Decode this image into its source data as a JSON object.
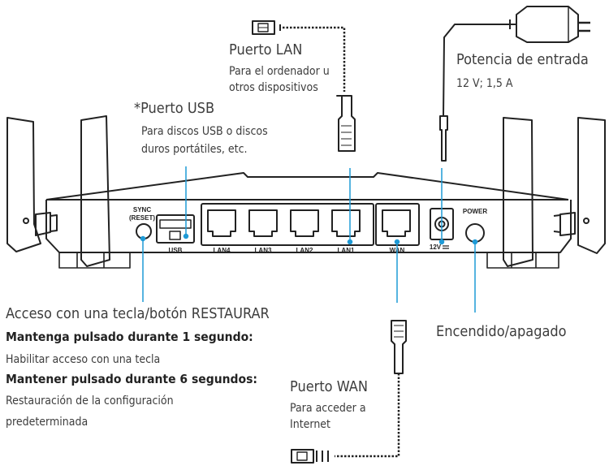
{
  "callouts": {
    "lan": {
      "title": "Puerto LAN",
      "desc_1": "Para el ordenador u",
      "desc_2": "otros dispositivos"
    },
    "usb": {
      "title": "*Puerto USB",
      "desc_1": "Para discos USB o discos",
      "desc_2": "duros portátiles, etc."
    },
    "power_input": {
      "title": "Potencia de entrada",
      "desc": "12 V; 1,5 A"
    },
    "reset": {
      "title": "Acceso con una tecla/botón RESTAURAR",
      "hold_1s_label": "Mantenga pulsado durante 1 segundo:",
      "hold_1s_desc": "Habilitar acceso con una tecla",
      "hold_6s_label": "Mantener pulsado durante 6 segundos:",
      "hold_6s_desc_1": "Restauración de la configuración",
      "hold_6s_desc_2": "predeterminada"
    },
    "power_button": {
      "title": "Encendido/apagado"
    },
    "wan": {
      "title": "Puerto WAN",
      "desc_1": "Para acceder a",
      "desc_2": "Internet"
    }
  },
  "panel": {
    "sync_label_1": "SYNC",
    "sync_label_2": "(RESET)",
    "usb_label": "USB",
    "lan_ports": [
      "LAN4",
      "LAN3",
      "LAN2",
      "LAN1"
    ],
    "wan_label": "WAN",
    "dc_label": "12V",
    "power_label": "POWER"
  },
  "colors": {
    "callout_line": "#1e9ad6",
    "outline": "#222222",
    "text": "#3d3d3d"
  }
}
